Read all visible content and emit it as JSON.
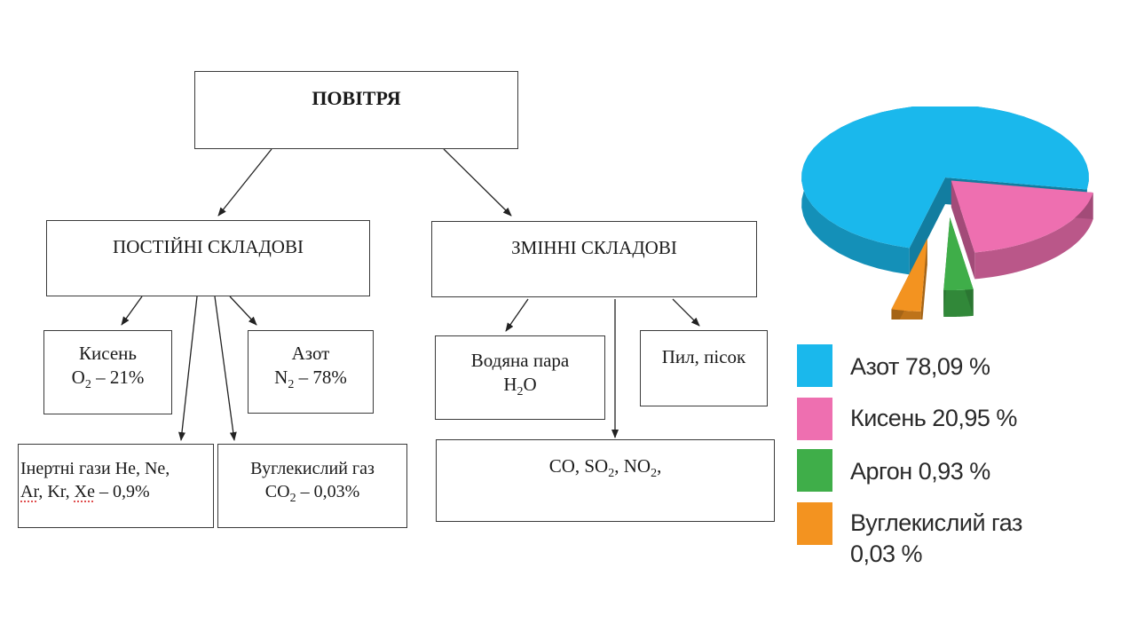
{
  "diagram": {
    "root": "ПОВІТРЯ",
    "permanent": {
      "title": "ПОСТІЙНІ СКЛАДОВІ",
      "oxygen": {
        "name": "Кисень",
        "formula_main": "O",
        "formula_sub": "2",
        "formula_rest": " – 21%"
      },
      "nitrogen": {
        "name": "Азот",
        "formula_main": "N",
        "formula_sub": "2",
        "formula_rest": " – 78%"
      },
      "inert": {
        "line1": "Інертні гази He, Ne,",
        "line2_prefix": "Ar",
        "line2_mid": ", ",
        "line2_kr": "Kr",
        "line2_sep": ", ",
        "line2_xe": "Xe",
        "line2_rest": " – 0,9%"
      },
      "co2": {
        "line1": "Вуглекислий газ",
        "formula_main": "CO",
        "formula_sub": "2",
        "formula_rest": " – 0,03%"
      }
    },
    "variable": {
      "title": "ЗМІННІ СКЛАДОВІ",
      "water": {
        "name": "Водяна пара",
        "formula_main": "H",
        "formula_sub": "2",
        "formula_rest": "O"
      },
      "dust": {
        "name": "Пил, пісок"
      },
      "gases": {
        "p1": "CO, SO",
        "s1": "2",
        "p2": ", NO",
        "s2": "2",
        "p3": ","
      }
    }
  },
  "chart_data": {
    "type": "pie",
    "categories": [
      "Азот",
      "Кисень",
      "Аргон",
      "Вуглекислий газ"
    ],
    "values": [
      78.09,
      20.95,
      0.93,
      0.03
    ],
    "colors": [
      "#1ab8ec",
      "#ee6fb0",
      "#3fae49",
      "#f39320"
    ],
    "legend_labels": [
      "Азот 78,09 %",
      "Кисень 20,95 %",
      "Аргон 0,93 %",
      "Вуглекислий газ 0,03 %"
    ],
    "legend_position": "bottom"
  }
}
